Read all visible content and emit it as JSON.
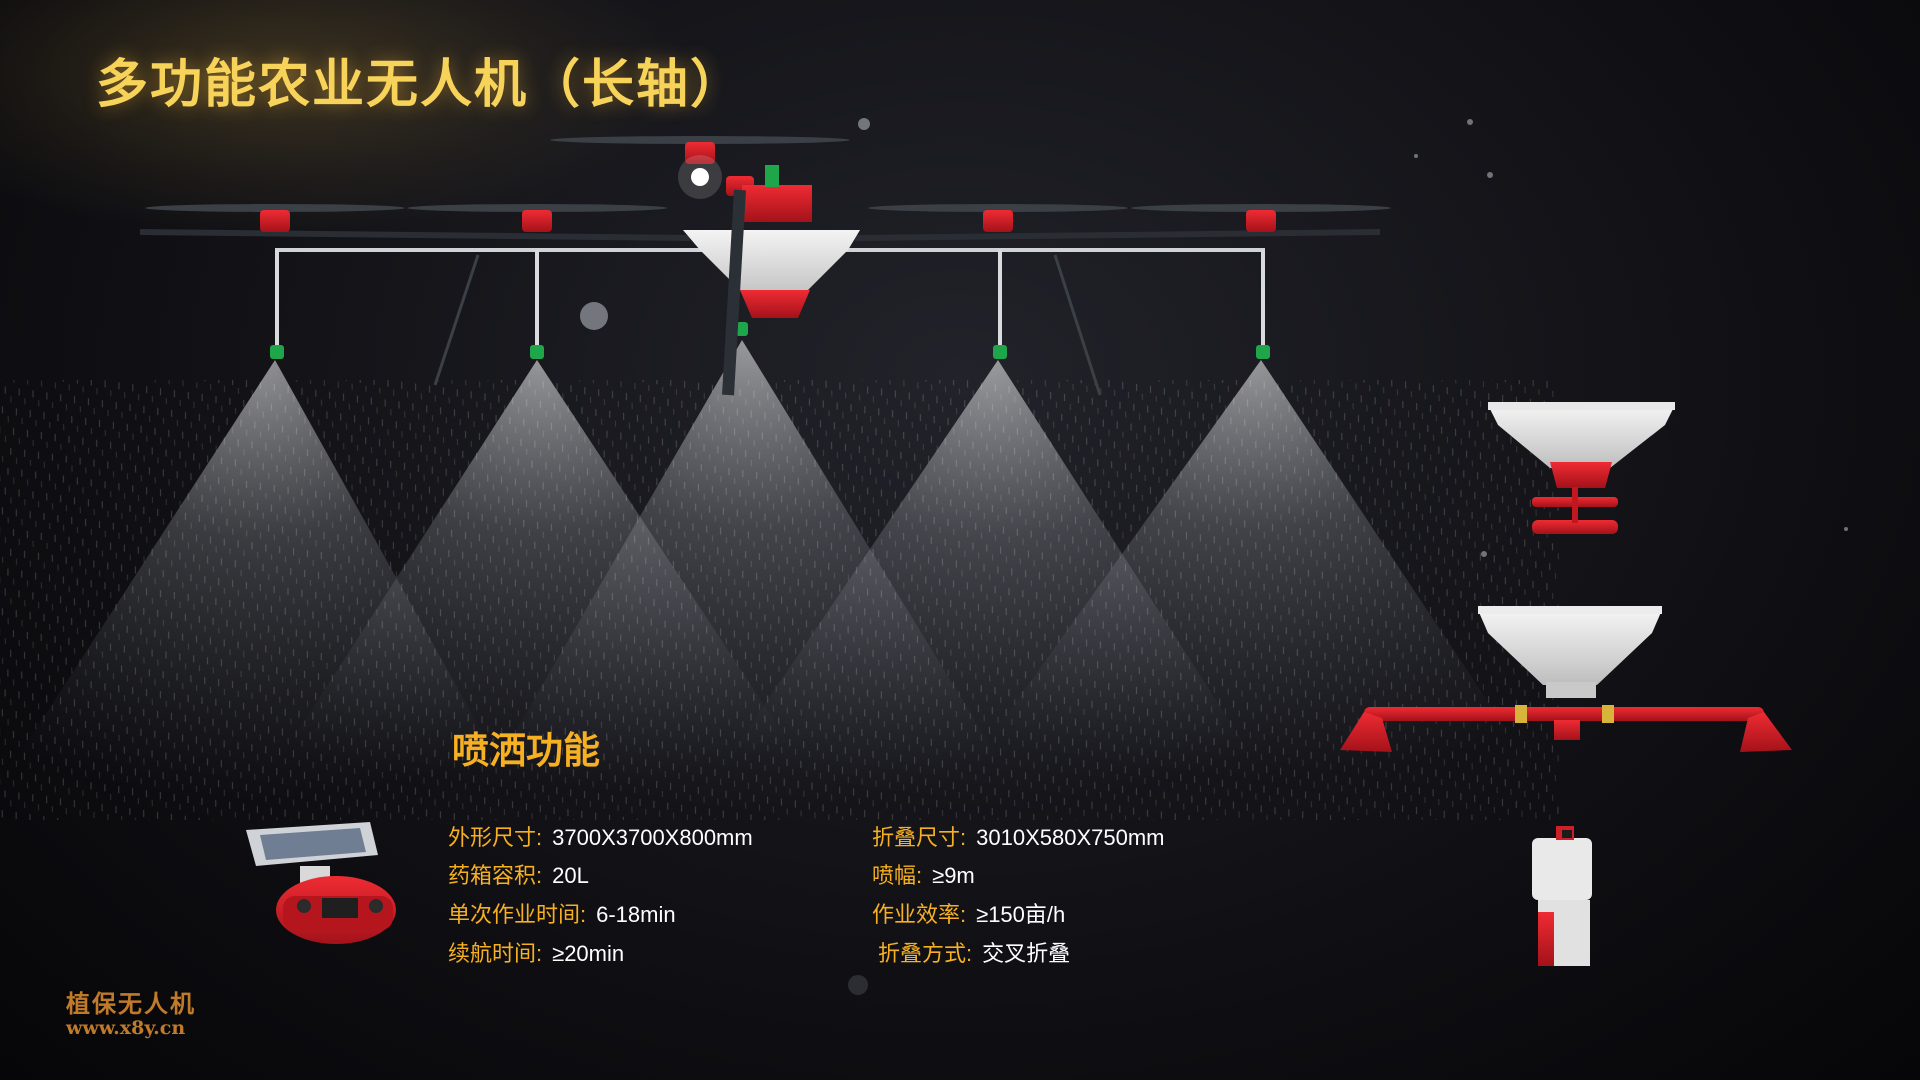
{
  "title": "多功能农业无人机（长轴）",
  "section_title": "喷洒功能",
  "specs": [
    {
      "label": "外形尺寸:",
      "value": "3700X3700X800mm"
    },
    {
      "label": "药箱容积:",
      "value": "20L"
    },
    {
      "label": "单次作业时间:",
      "value": "6-18min"
    },
    {
      "label": "续航时间:",
      "value": "≥20min"
    },
    {
      "label": "折叠尺寸:",
      "value": "3010X580X750mm"
    },
    {
      "label": "喷幅:",
      "value": "≥9m"
    },
    {
      "label": "作业效率:",
      "value": "≥150亩/h"
    },
    {
      "label": "折叠方式:",
      "value": "交叉折叠"
    }
  ],
  "watermark": {
    "name": "植保无人机",
    "url": "www.x8y.cn"
  },
  "colors": {
    "title": "#f8d35a",
    "label": "#f6b021",
    "accent_red": "#d8202a",
    "nozzle_green": "#1fa64a"
  },
  "icons": [
    "drone-image",
    "remote-controller-image",
    "spreader-module-image",
    "spray-bar-module-image",
    "folded-drone-image"
  ]
}
